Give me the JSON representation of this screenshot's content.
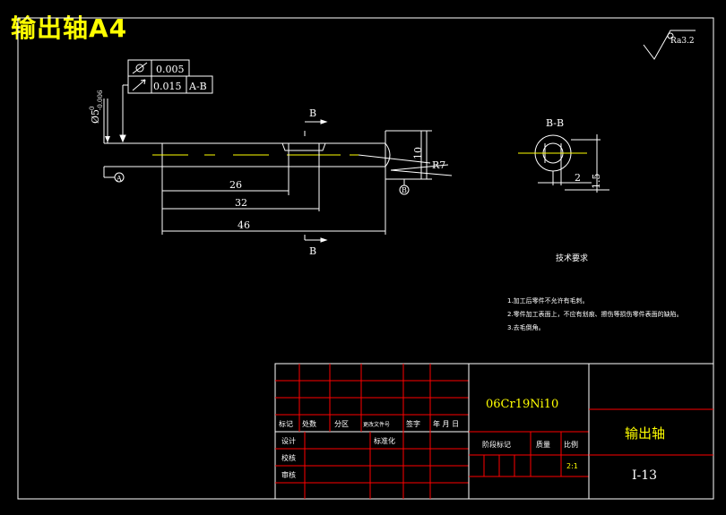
{
  "title": "输出轴A4",
  "roughness": "Ra3.2",
  "tolerance_frame": {
    "row1_value": "0.005",
    "row2_value": "0.015",
    "row2_datum": "A-B"
  },
  "diameter_label": "Ø5",
  "diameter_tol_upper": "0",
  "diameter_tol_lower": "-0.006",
  "section_cut_top": "B",
  "section_cut_bottom": "B",
  "dims": {
    "d26": "26",
    "d32": "32",
    "d46": "46",
    "d10": "10",
    "r7": "R7",
    "s2": "2",
    "s15": "1.5"
  },
  "datum_a": "A",
  "datum_b": "B",
  "section_title": "B-B",
  "tech_title": "技术要求",
  "tech_notes": [
    "1.加工后零件不允许有毛刺。",
    "2.零件加工表面上，不应有划痕、擦伤等损伤零件表面的缺陷。",
    "3.去毛倒角。"
  ],
  "title_block": {
    "material": "06Cr19Ni10",
    "part_name": "输出轴",
    "drawing_no": "I-13",
    "h_mark": "标记",
    "h_count": "处数",
    "h_zone": "分区",
    "h_doc": "更改文件号",
    "h_sign": "签字",
    "h_date": "年 月 日",
    "r_design": "设计",
    "r_std": "标准化",
    "r_check": "校核",
    "r_review": "审核",
    "stage_mark": "阶段标记",
    "weight": "质量",
    "scale_label": "比例",
    "scale_value": "2:1"
  }
}
